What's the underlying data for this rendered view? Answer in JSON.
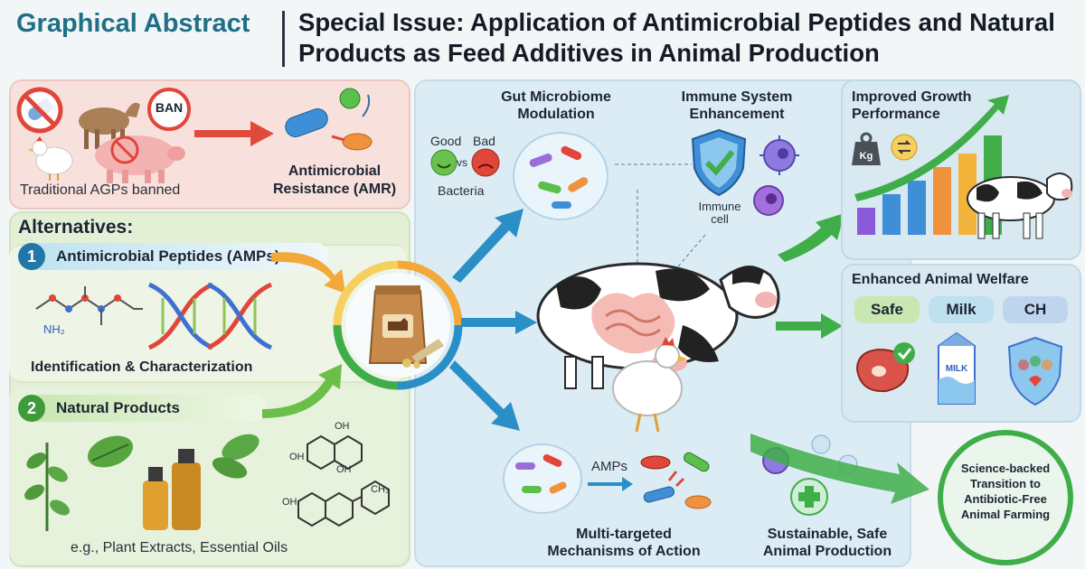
{
  "header": {
    "left_title": "Graphical Abstract",
    "title": "Special Issue: Application of Antimicrobial Peptides and Natural Products as Feed Additives in Animal Production"
  },
  "problem": {
    "ban_sign": "BAN",
    "traditional_label": "Traditional AGPs banned",
    "amr_label": "Antimicrobial Resistance (AMR)"
  },
  "alternatives": {
    "heading": "Alternatives:",
    "amp": {
      "number": "1",
      "label": "Antimicrobial Peptides (AMPs)",
      "caption": "Identification & Characterization",
      "chem_label": "NH₂"
    },
    "natural": {
      "number": "2",
      "label": "Natural Products",
      "caption": "e.g., Plant Extracts, Essential Oils",
      "chem_oh": "OH",
      "chem_ch3": "CH₃"
    }
  },
  "center": {
    "gut": {
      "title": "Gut Microbiome Modulation",
      "good": "Good",
      "bad": "Bad",
      "vs": "vs",
      "bacteria": "Bacteria"
    },
    "immune": {
      "title": "Immune System Enhancement",
      "cell_label": "Immune cell"
    },
    "mechanisms": {
      "amps_label": "AMPs",
      "title": "Multi-targeted Mechanisms of Action"
    },
    "sustainable": {
      "title": "Sustainable, Safe Animal Production"
    }
  },
  "growth": {
    "title": "Improved Growth Performance",
    "weight_label": "Kg"
  },
  "welfare": {
    "title": "Enhanced Animal Welfare",
    "pills": [
      "Safe",
      "Milk",
      "CH"
    ],
    "milk_carton_label": "MILK"
  },
  "conclusion": {
    "text": "Science-backed Transition to Antibiotic-Free Animal Farming"
  },
  "colors": {
    "accent_teal": "#1f6f86",
    "problem_bg": "#f8e1dc",
    "alternatives_bg": "#e3f0d6",
    "center_bg": "#dcecf4",
    "arrow_green": "#3fae49",
    "arrow_blue": "#2a8fc6",
    "arrow_red": "#e04a3a"
  }
}
